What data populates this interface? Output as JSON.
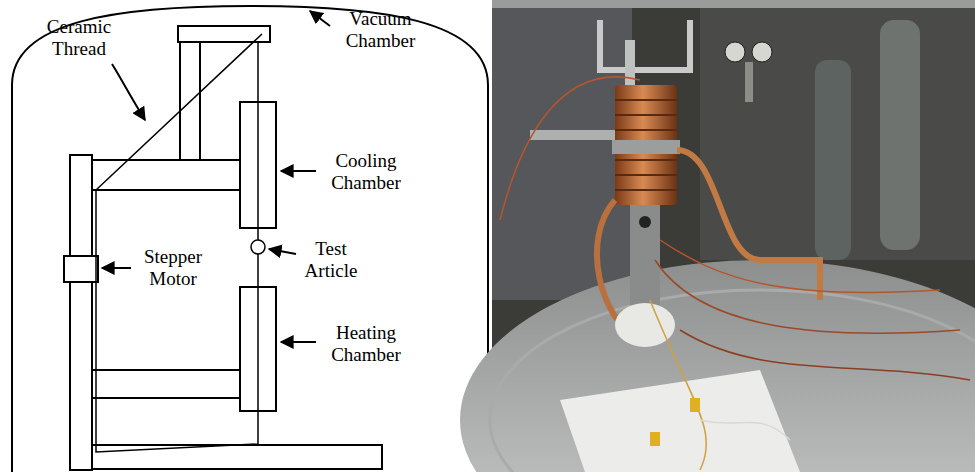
{
  "diagram": {
    "labels": [
      "Vacuum Chamber",
      "Ceramic Thread",
      "Cooling Chamber",
      "Stepper Motor",
      "Test Article",
      "Heating Chamber"
    ]
  }
}
